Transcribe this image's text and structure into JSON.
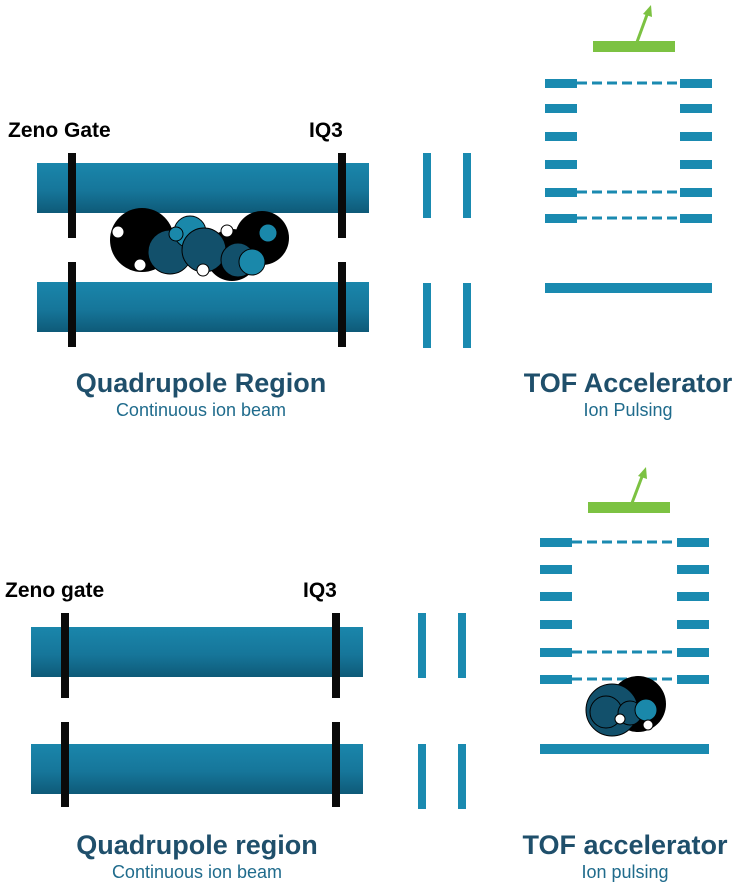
{
  "colors": {
    "rod": "#1a7fa3",
    "rod_dark": "#0e5c7a",
    "gate": "#0a0a0a",
    "electrode": "#1a8ab0",
    "detector": "#7cc242",
    "title_text": "#1f4f6b",
    "subtitle_text": "#1f6b8c",
    "ion_black": "#000000",
    "ion_navy": "#12506b",
    "ion_teal": "#1a88aa",
    "ion_white": "#ffffff"
  },
  "panels": [
    {
      "zeno_label": "Zeno Gate",
      "iq3_label": "IQ3",
      "quad_title": "Quadrupole Region",
      "quad_subtitle": "Continuous ion beam",
      "tof_title": "TOF Accelerator",
      "tof_subtitle": "Ion Pulsing",
      "ions_location": "quadrupole"
    },
    {
      "zeno_label": "Zeno gate",
      "iq3_label": "IQ3",
      "quad_title": "Quadrupole region",
      "quad_subtitle": "Continuous ion beam",
      "tof_title": "TOF accelerator",
      "tof_subtitle": "Ion pulsing",
      "ions_location": "tof-accelerator"
    }
  ]
}
